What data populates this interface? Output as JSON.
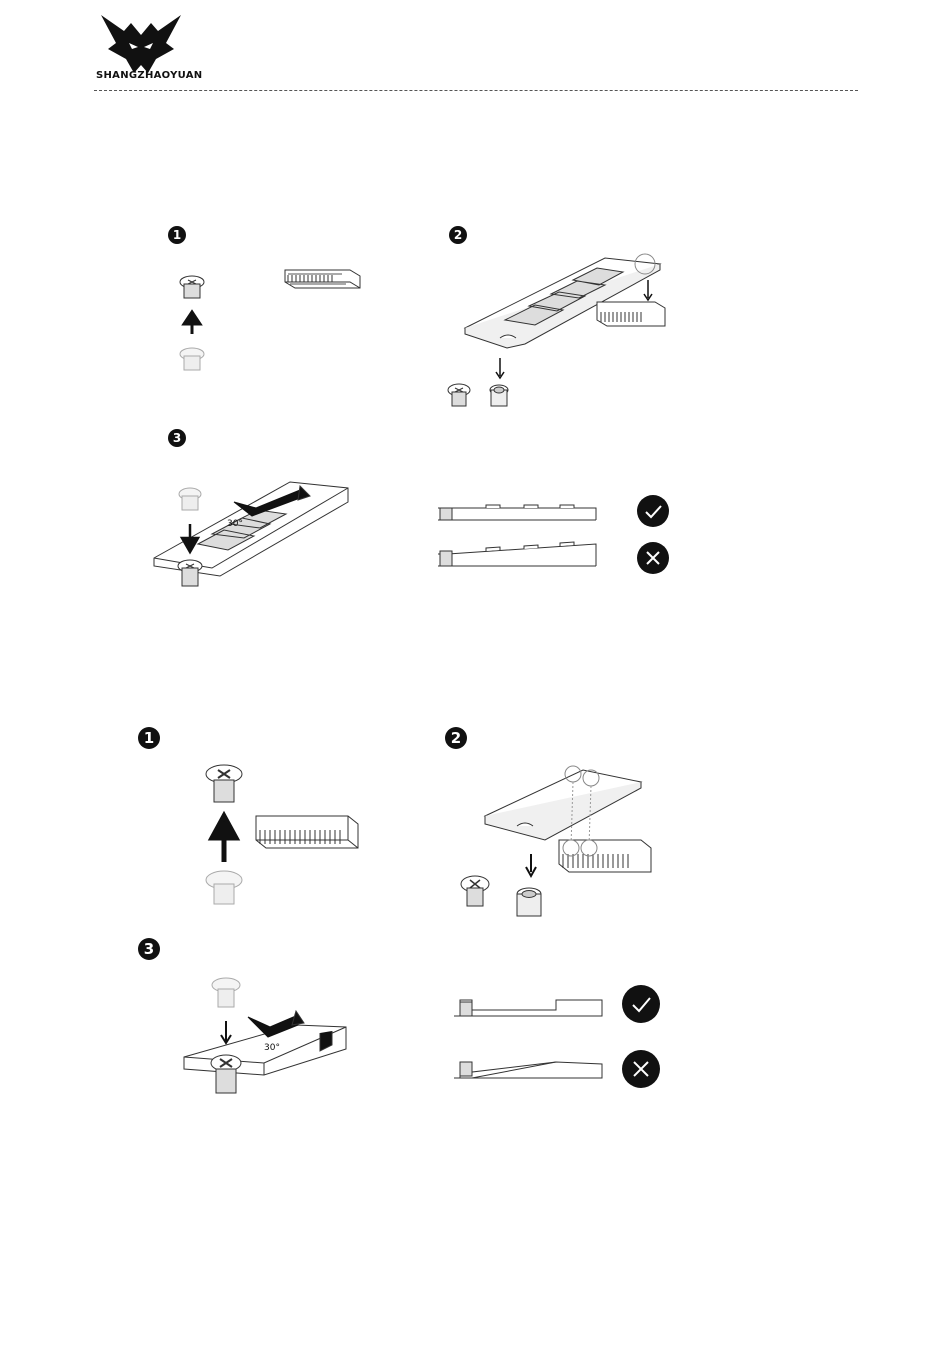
{
  "header": {
    "brand": "SHANGZHAOYUAN"
  },
  "section1": {
    "steps": [
      "1",
      "2",
      "3"
    ],
    "angle": "30°"
  },
  "section2": {
    "steps": [
      "1",
      "2",
      "3"
    ],
    "angle": "30°"
  },
  "icons": {
    "correct": "check-icon",
    "wrong": "cross-icon"
  },
  "colors": {
    "ink": "#111111",
    "line": "#333333"
  }
}
